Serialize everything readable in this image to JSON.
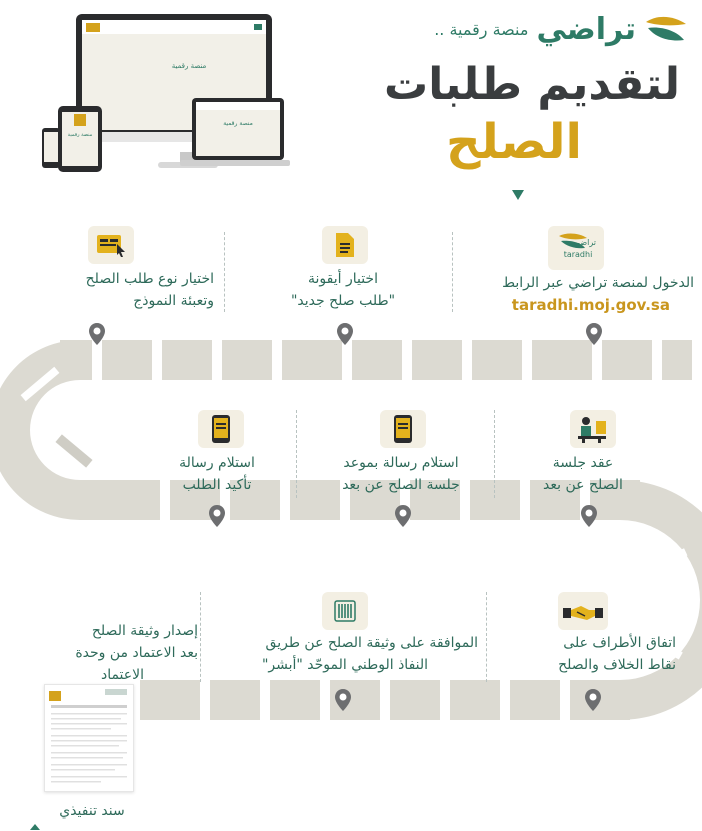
{
  "header": {
    "brand_name": "تراضي",
    "brand_tag": "منصة رقمية ..",
    "headline_line1": "لتقديم طلبات",
    "headline_line2": "الصلح"
  },
  "devices": {
    "screen_title": "منصة رقمية"
  },
  "colors": {
    "green": "#2e7b66",
    "gold": "#d4a21c",
    "track": "#dcdad2",
    "icon_bg": "#f3efe3"
  },
  "steps": [
    {
      "id": "step-1",
      "line1": "الدخول لمنصة تراضي عبر الرابط",
      "link": "taradhi.moj.gov.sa",
      "icon": "taradhi-logo-icon",
      "icon_label": "تراضي",
      "icon_label_en": "taradhi"
    },
    {
      "id": "step-2",
      "line1": "اختيار أيقونة",
      "line2": "\"طلب صلح جديد\"",
      "icon": "document-icon"
    },
    {
      "id": "step-3",
      "line1": "اختيار نوع طلب الصلح",
      "line2": "وتعبئة النموذج",
      "icon": "form-click-icon"
    },
    {
      "id": "step-4",
      "line1": "عقد جلسة",
      "line2": "الصلح عن بعد",
      "icon": "remote-session-icon"
    },
    {
      "id": "step-5",
      "line1": "استلام رسالة بموعد",
      "line2": "جلسة الصلح عن بعد",
      "icon": "phone-message-icon"
    },
    {
      "id": "step-6",
      "line1": "استلام رسالة",
      "line2": "تأكيد الطلب",
      "icon": "phone-confirm-icon"
    },
    {
      "id": "step-7",
      "line1": "اتفاق الأطراف على",
      "line2": "نقاط الخلاف والصلح",
      "icon": "handshake-icon"
    },
    {
      "id": "step-8",
      "line1": "الموافقة على وثيقة الصلح عن طريق",
      "line2": "النفاذ الوطني الموحّد \"أبشر\"",
      "icon": "fingerprint-icon"
    },
    {
      "id": "step-9",
      "line1": "إصدار وثيقة الصلح",
      "line2": "بعد الاعتماد من وحدة",
      "line3": "الاعتماد",
      "icon": "document-preview-icon"
    }
  ],
  "final": {
    "label": "سند تنفيذي"
  }
}
